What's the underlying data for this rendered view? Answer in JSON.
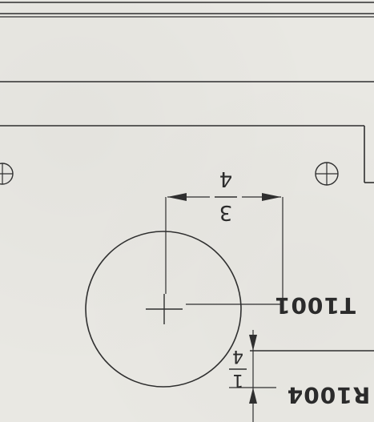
{
  "drawing": {
    "part_label_1": "T1001",
    "part_label_2": "R1004",
    "dim_top_numerator": "3",
    "dim_top_denominator": "4",
    "dim_side_numerator": "1",
    "dim_side_denominator": "4",
    "ink_color": "#2f2f2f",
    "paper_color": "#e9e8e3",
    "orientation": "rotated 180 degrees (text appears upside-down)"
  }
}
